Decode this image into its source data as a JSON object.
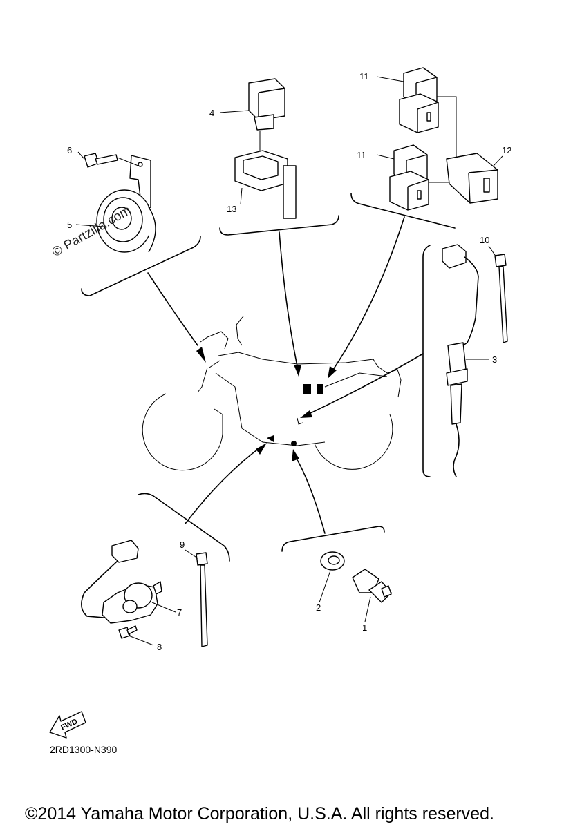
{
  "watermark": "© Partzilla.com",
  "part_code": "2RD1300-N390",
  "copyright": "©2014 Yamaha Motor Corporation, U.S.A. All rights reserved.",
  "fwd_label": "FWD",
  "callouts": {
    "c1": "1",
    "c2": "2",
    "c3": "3",
    "c4": "4",
    "c5": "5",
    "c6": "6",
    "c7": "7",
    "c8": "8",
    "c9": "9",
    "c10": "10",
    "c11a": "11",
    "c11b": "11",
    "c12": "12",
    "c13": "13"
  }
}
